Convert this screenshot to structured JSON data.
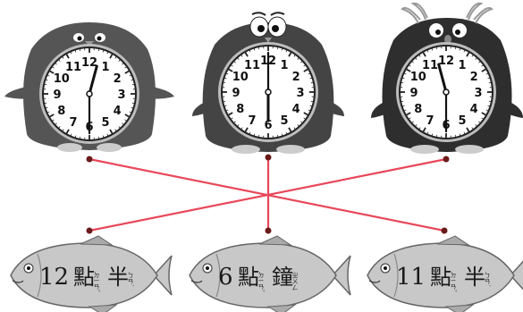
{
  "clocks": [
    {
      "id": "penguin-left",
      "hour_hand_hour": 12,
      "minute_hand_minute": 30,
      "numerals": [
        "12",
        "1",
        "2",
        "3",
        "4",
        "5",
        "6",
        "7",
        "8",
        "9",
        "10",
        "11"
      ]
    },
    {
      "id": "penguin-middle",
      "hour_hand_hour": 6,
      "minute_hand_minute": 0,
      "numerals": [
        "12",
        "1",
        "2",
        "3",
        "4",
        "5",
        "6",
        "7",
        "8",
        "9",
        "10",
        "11"
      ]
    },
    {
      "id": "penguin-right",
      "hour_hand_hour": 11,
      "minute_hand_minute": 30,
      "numerals": [
        "12",
        "1",
        "2",
        "3",
        "4",
        "5",
        "6",
        "7",
        "8",
        "9",
        "10",
        "11"
      ]
    }
  ],
  "fish": [
    {
      "number": "12",
      "word1": "點",
      "zy1": "ㄉㄧㄢˇ",
      "word2": "半",
      "zy2": "ㄅㄢˋ"
    },
    {
      "number": "6",
      "word1": "點",
      "zy1": "ㄉㄧㄢˇ",
      "word2": "鐘",
      "zy2": "ㄓㄨㄥ"
    },
    {
      "number": "11",
      "word1": "點",
      "zy1": "ㄉㄧㄢˇ",
      "word2": "半",
      "zy2": "ㄅㄢˋ"
    }
  ],
  "matches": [
    {
      "clock": 0,
      "fish": 2
    },
    {
      "clock": 1,
      "fish": 1
    },
    {
      "clock": 2,
      "fish": 0
    }
  ],
  "colors": {
    "line": "#e8485a",
    "dot": "#6b1a1a",
    "body_dark": "#3a3a3a",
    "body_mid": "#555555",
    "body_light": "#888888",
    "fish": "#c8c8c8",
    "fish_outline": "#666666"
  }
}
